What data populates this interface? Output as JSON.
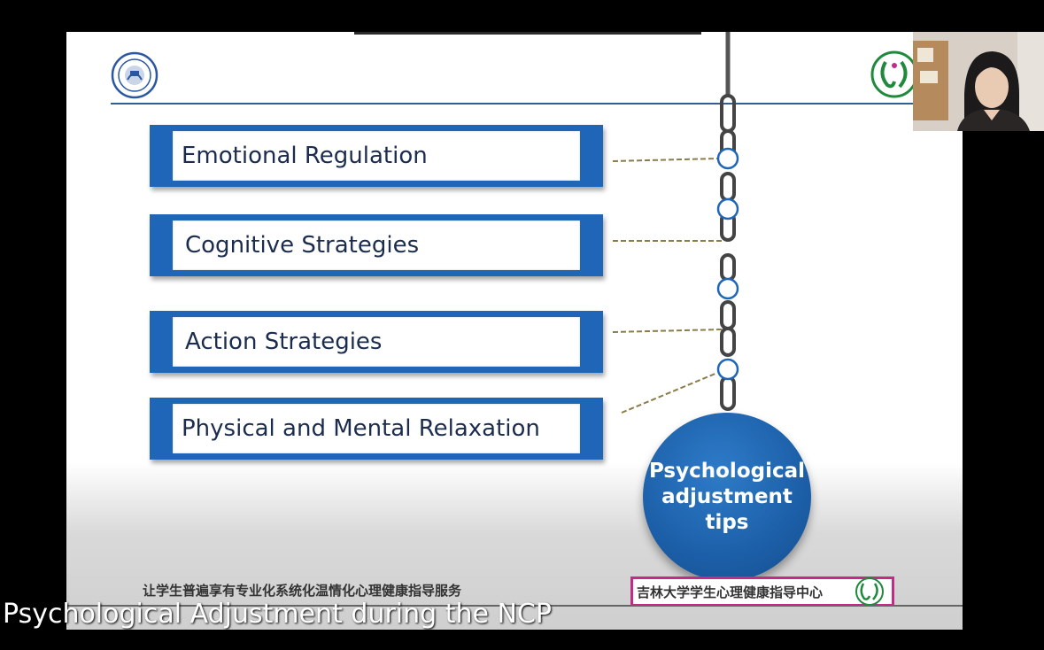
{
  "slide": {
    "items": [
      {
        "label": "Emotional Regulation"
      },
      {
        "label": "Cognitive Strategies"
      },
      {
        "label": "Action Strategies"
      },
      {
        "label": "Physical and Mental Relaxation"
      }
    ],
    "circle_lines": [
      "Psychological",
      "adjustment",
      "tips"
    ],
    "footer_left": "让学生普遍享有专业化系统化温情化心理健康指导服务",
    "footer_right": "吉林大学学生心理健康指导中心"
  },
  "subtitle": "Psychological Adjustment during the  NCP",
  "colors": {
    "accent_blue": "#1f66b8",
    "footer_magenta": "#c22c86",
    "logo_green": "#1f8a3c"
  },
  "icons": {
    "left_logo": "jilin-university-seal-icon",
    "right_logo": "mental-health-center-logo-icon",
    "webcam": "participant-webcam-video"
  }
}
